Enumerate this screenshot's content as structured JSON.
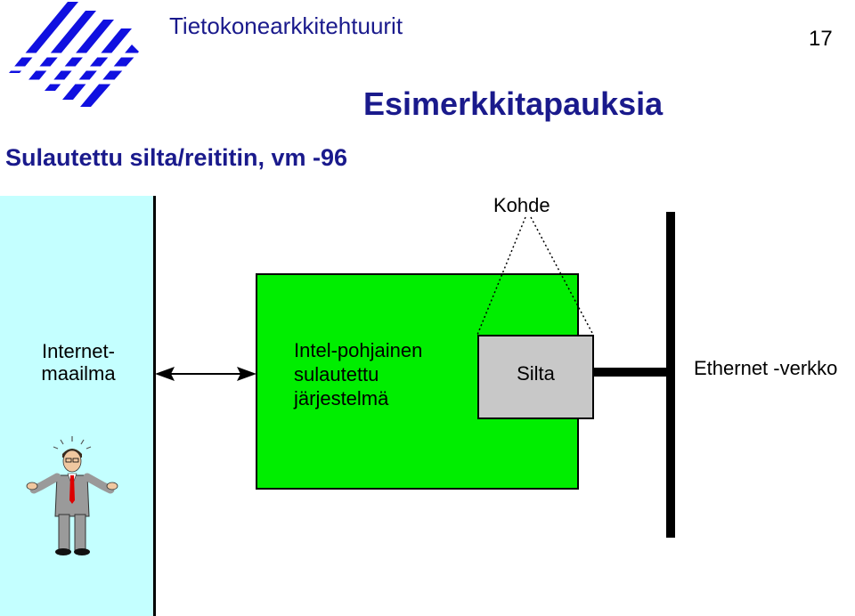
{
  "header": {
    "course_title": "Tietokonearkkitehtuurit",
    "page_number": "17",
    "slide_heading": "Esimerkkitapauksia",
    "slide_subheading": "Sulautettu silta/reititin, vm -96"
  },
  "diagram": {
    "internet_label_line1": "Internet-",
    "internet_label_line2": "maailma",
    "system_label_line1": "Intel-pohjainen",
    "system_label_line2": "sulautettu",
    "system_label_line3": "järjestelmä",
    "bridge_label": "Silta",
    "target_label": "Kohde",
    "ethernet_label": "Ethernet -verkko"
  },
  "colors": {
    "title_blue": "#1a1a8c",
    "internet_panel": "#c4ffff",
    "system_box": "#00ee00",
    "bridge_box": "#c8c8c8"
  },
  "icons": {
    "logo": "university-logo-icon",
    "person": "confused-man-icon",
    "arrow": "double-arrow-icon"
  }
}
